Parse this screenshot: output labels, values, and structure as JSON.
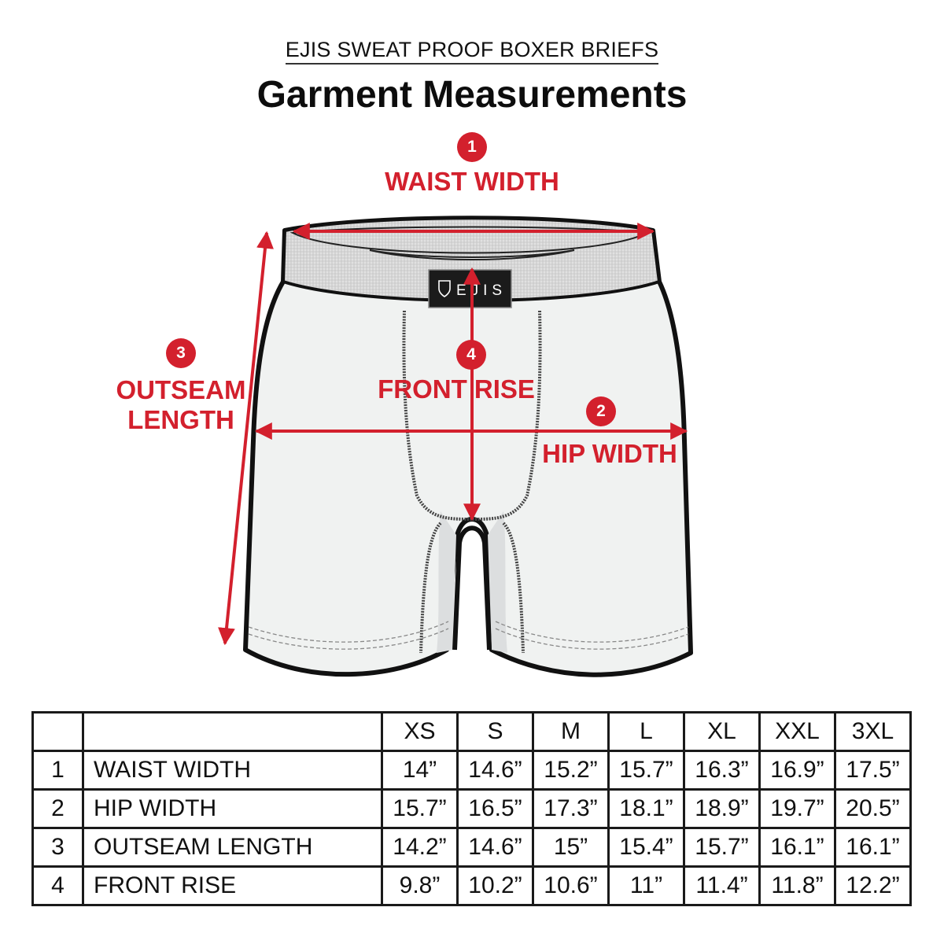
{
  "header": {
    "subtitle": "EJIS SWEAT PROOF BOXER BRIEFS",
    "title": "Garment Measurements"
  },
  "diagram": {
    "brand_label": "EJIS",
    "accent_color": "#d3202d",
    "fabric_color": "#f0f2f1",
    "waistband_color": "#d9d9d9",
    "callouts": [
      {
        "number": "1",
        "label": "WAIST WIDTH"
      },
      {
        "number": "2",
        "label": "HIP WIDTH"
      },
      {
        "number": "3",
        "label_line1": "OUTSEAM",
        "label_line2": "LENGTH"
      },
      {
        "number": "4",
        "label": "FRONT RISE"
      }
    ]
  },
  "table": {
    "sizes": [
      "XS",
      "S",
      "M",
      "L",
      "XL",
      "XXL",
      "3XL"
    ],
    "rows": [
      {
        "num": "1",
        "label": "WAIST WIDTH",
        "values": [
          "14”",
          "14.6”",
          "15.2”",
          "15.7”",
          "16.3”",
          "16.9”",
          "17.5”"
        ]
      },
      {
        "num": "2",
        "label": "HIP WIDTH",
        "values": [
          "15.7”",
          "16.5”",
          "17.3”",
          "18.1”",
          "18.9”",
          "19.7”",
          "20.5”"
        ]
      },
      {
        "num": "3",
        "label": "OUTSEAM LENGTH",
        "values": [
          "14.2”",
          "14.6”",
          "15”",
          "15.4”",
          "15.7”",
          "16.1”",
          "16.1”"
        ]
      },
      {
        "num": "4",
        "label": "FRONT RISE",
        "values": [
          "9.8”",
          "10.2”",
          "10.6”",
          "11”",
          "11.4”",
          "11.8”",
          "12.2”"
        ]
      }
    ]
  }
}
